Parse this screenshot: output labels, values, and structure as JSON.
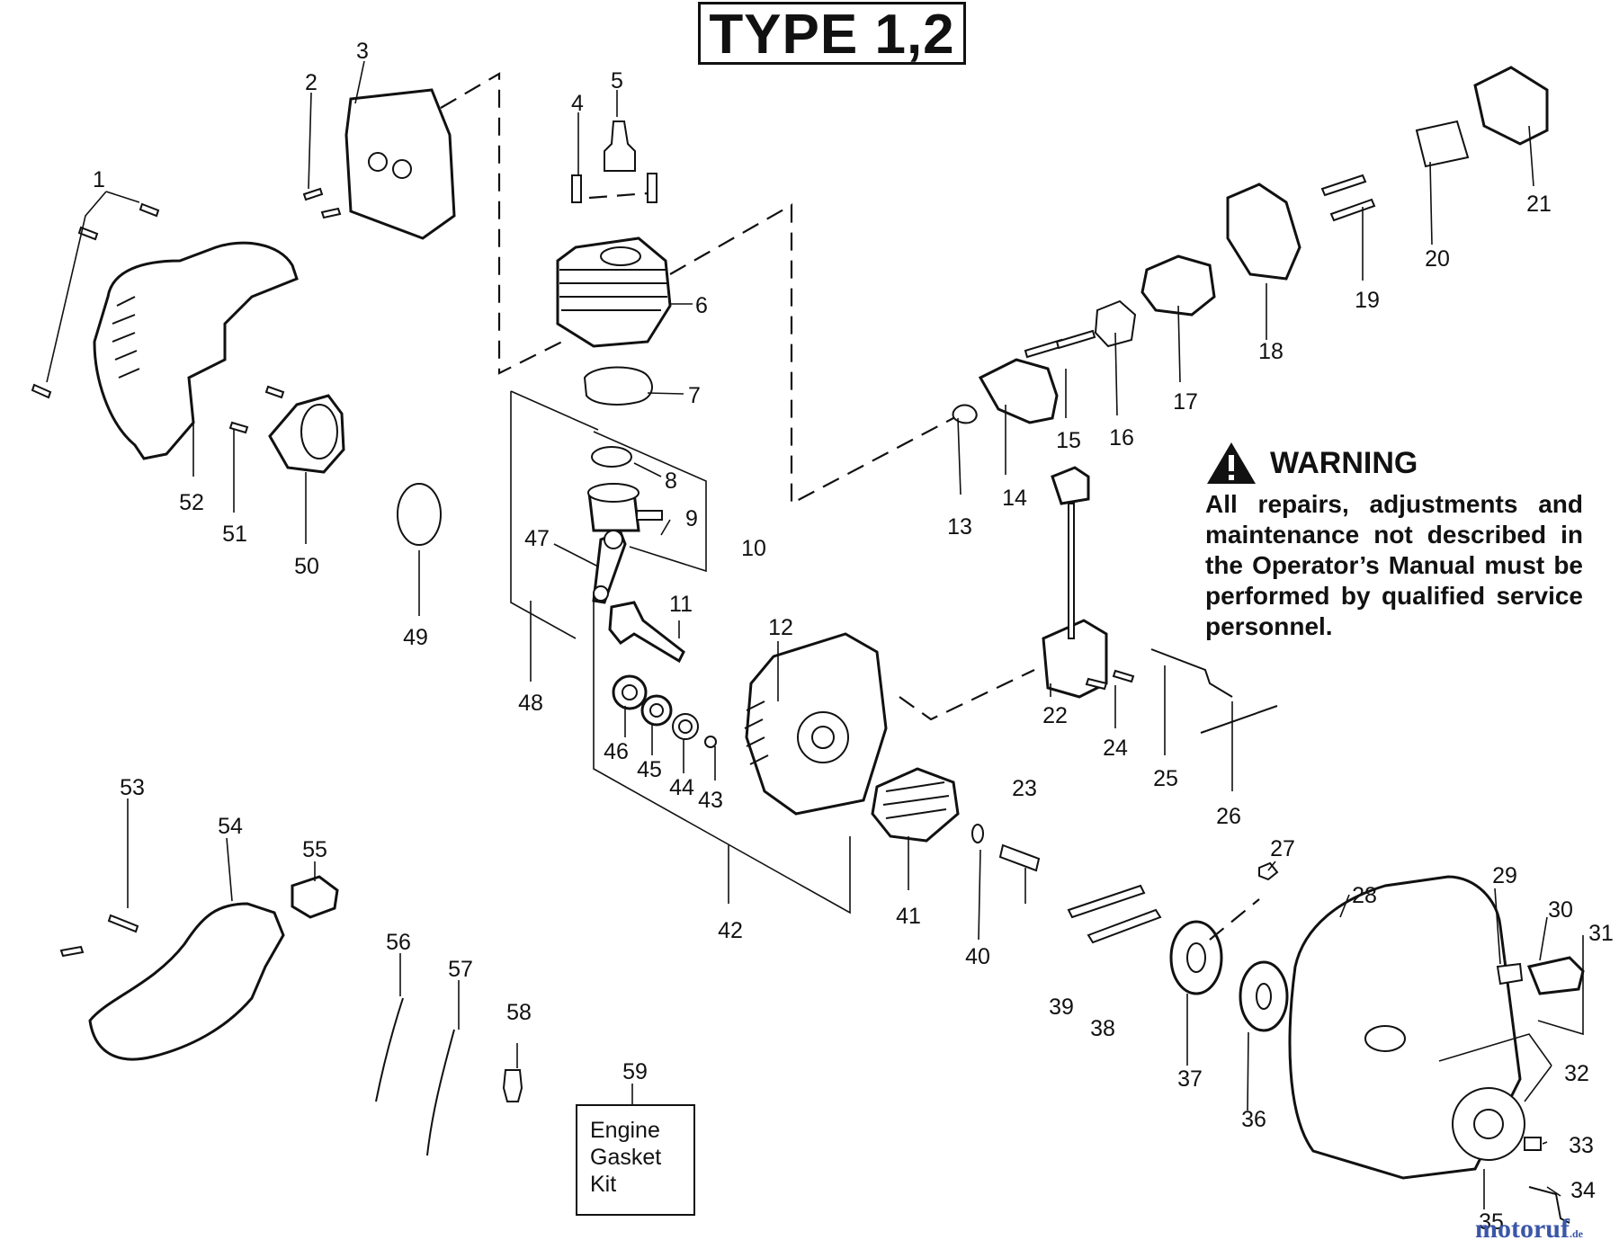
{
  "title": "TYPE 1,2",
  "warning": {
    "heading": "WARNING",
    "body": "All repairs, adjustments and maintenance not described in the Operator’s Manual must be performed by qualified service personnel."
  },
  "kit_box": {
    "line1": "Engine",
    "line2": "Gasket",
    "line3": "Kit"
  },
  "watermark": {
    "text": "motoruf",
    "suffix": ".de"
  },
  "icons": [
    "warning-triangle-icon"
  ],
  "parts": [
    "1",
    "2",
    "3",
    "4",
    "5",
    "6",
    "7",
    "8",
    "9",
    "10",
    "11",
    "12",
    "13",
    "14",
    "15",
    "16",
    "17",
    "18",
    "19",
    "20",
    "21",
    "22",
    "23",
    "24",
    "25",
    "26",
    "27",
    "28",
    "29",
    "30",
    "31",
    "32",
    "33",
    "34",
    "35",
    "36",
    "37",
    "38",
    "39",
    "40",
    "41",
    "42",
    "43",
    "44",
    "45",
    "46",
    "47",
    "48",
    "49",
    "50",
    "51",
    "52",
    "53",
    "54",
    "55",
    "56",
    "57",
    "58",
    "59"
  ]
}
